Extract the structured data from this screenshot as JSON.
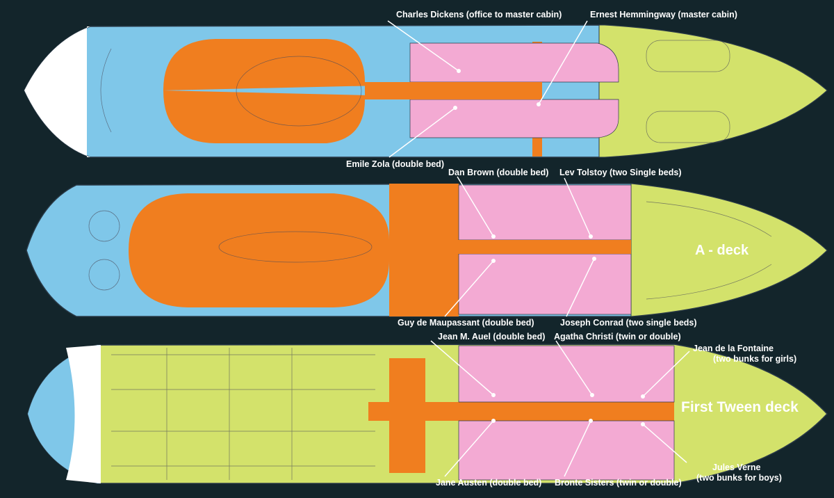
{
  "colors": {
    "background": "#13252b",
    "public": "#7fc7e9",
    "salon": "#f07e1f",
    "cabins": "#f3aad3",
    "crew": "#d3e26b",
    "stern": "#ffffff"
  },
  "decks": {
    "top": {
      "name": ""
    },
    "a": {
      "name": "A - deck"
    },
    "tween": {
      "name": "First Tween deck"
    }
  },
  "labels": {
    "dickens": "Charles Dickens (office to master cabin)",
    "hemmingway": "Ernest Hemmingway (master cabin)",
    "zola": "Emile Zola (double bed)",
    "brown": "Dan Brown (double bed)",
    "tolstoy": "Lev Tolstoy (two Single beds)",
    "maupassant": "Guy de Maupassant (double bed)",
    "conrad": "Joseph Conrad (two single beds)",
    "auel": "Jean M. Auel (double bed)",
    "christi": "Agatha Christi (twin or double)",
    "fontaine_1": "Jean de la Fontaine",
    "fontaine_2": "(two bunks for girls)",
    "austen": "Jane Austen (double bed)",
    "bronte": "Bronte Sisters (twin or double)",
    "verne_1": "Jules Verne",
    "verne_2": "(two bunks for boys)"
  }
}
